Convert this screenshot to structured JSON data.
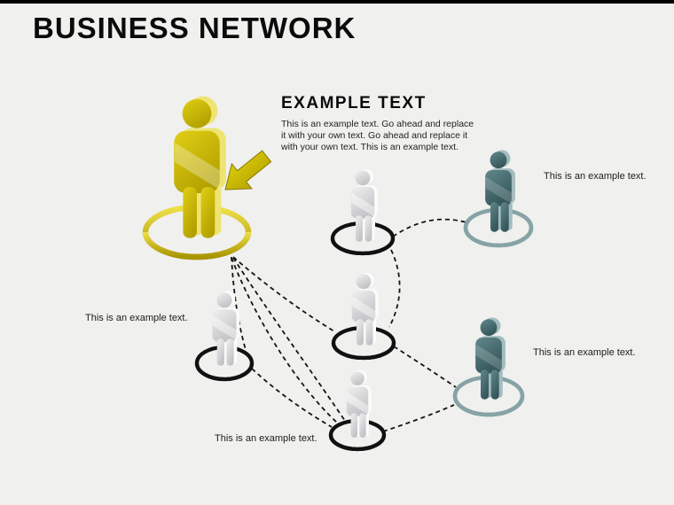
{
  "slide": {
    "title": "BUSINESS NETWORK",
    "background_color": "#f0f0ee",
    "top_bar_color": "#000000"
  },
  "example": {
    "heading": "EXAMPLE TEXT",
    "paragraph": "This is an example text. Go ahead and replace it with your own text. Go ahead and replace it with your own text. This is an example text."
  },
  "network": {
    "nodes": [
      {
        "id": "leader",
        "type": "leader",
        "color_name": "gold",
        "body_color": "#c9b403",
        "ring_color": "#bfa900",
        "has_arrow": true
      },
      {
        "id": "member-top",
        "type": "member",
        "color_name": "gray",
        "body_color": "#d9d9db",
        "ring_color": "#111111"
      },
      {
        "id": "member-left",
        "type": "member",
        "color_name": "gray",
        "body_color": "#d9d9db",
        "ring_color": "#111111",
        "label": "This is an example text."
      },
      {
        "id": "member-middle",
        "type": "member",
        "color_name": "gray",
        "body_color": "#d9d9db",
        "ring_color": "#111111"
      },
      {
        "id": "member-bottom",
        "type": "member",
        "color_name": "gray",
        "body_color": "#d9d9db",
        "ring_color": "#111111",
        "label": "This is an example text."
      },
      {
        "id": "partner-top",
        "type": "partner",
        "color_name": "teal",
        "body_color": "#4a7276",
        "ring_color": "#86a3a5",
        "label": "This is an example text."
      },
      {
        "id": "partner-bottom",
        "type": "partner",
        "color_name": "teal",
        "body_color": "#4a7276",
        "ring_color": "#86a3a5",
        "label": "This is an example text."
      }
    ],
    "connections": [
      {
        "from": "leader",
        "to": "member-left"
      },
      {
        "from": "leader",
        "to": "member-middle"
      },
      {
        "from": "leader",
        "to": "member-bottom",
        "variant": "a"
      },
      {
        "from": "leader",
        "to": "member-bottom",
        "variant": "b"
      },
      {
        "from": "member-left",
        "to": "member-bottom"
      },
      {
        "from": "member-top",
        "to": "partner-top"
      },
      {
        "from": "member-top",
        "to": "member-middle"
      },
      {
        "from": "member-middle",
        "to": "partner-bottom"
      },
      {
        "from": "member-bottom",
        "to": "partner-bottom"
      }
    ],
    "line_style": {
      "color": "#141414",
      "dash": "5 4",
      "width": 1.8
    }
  }
}
